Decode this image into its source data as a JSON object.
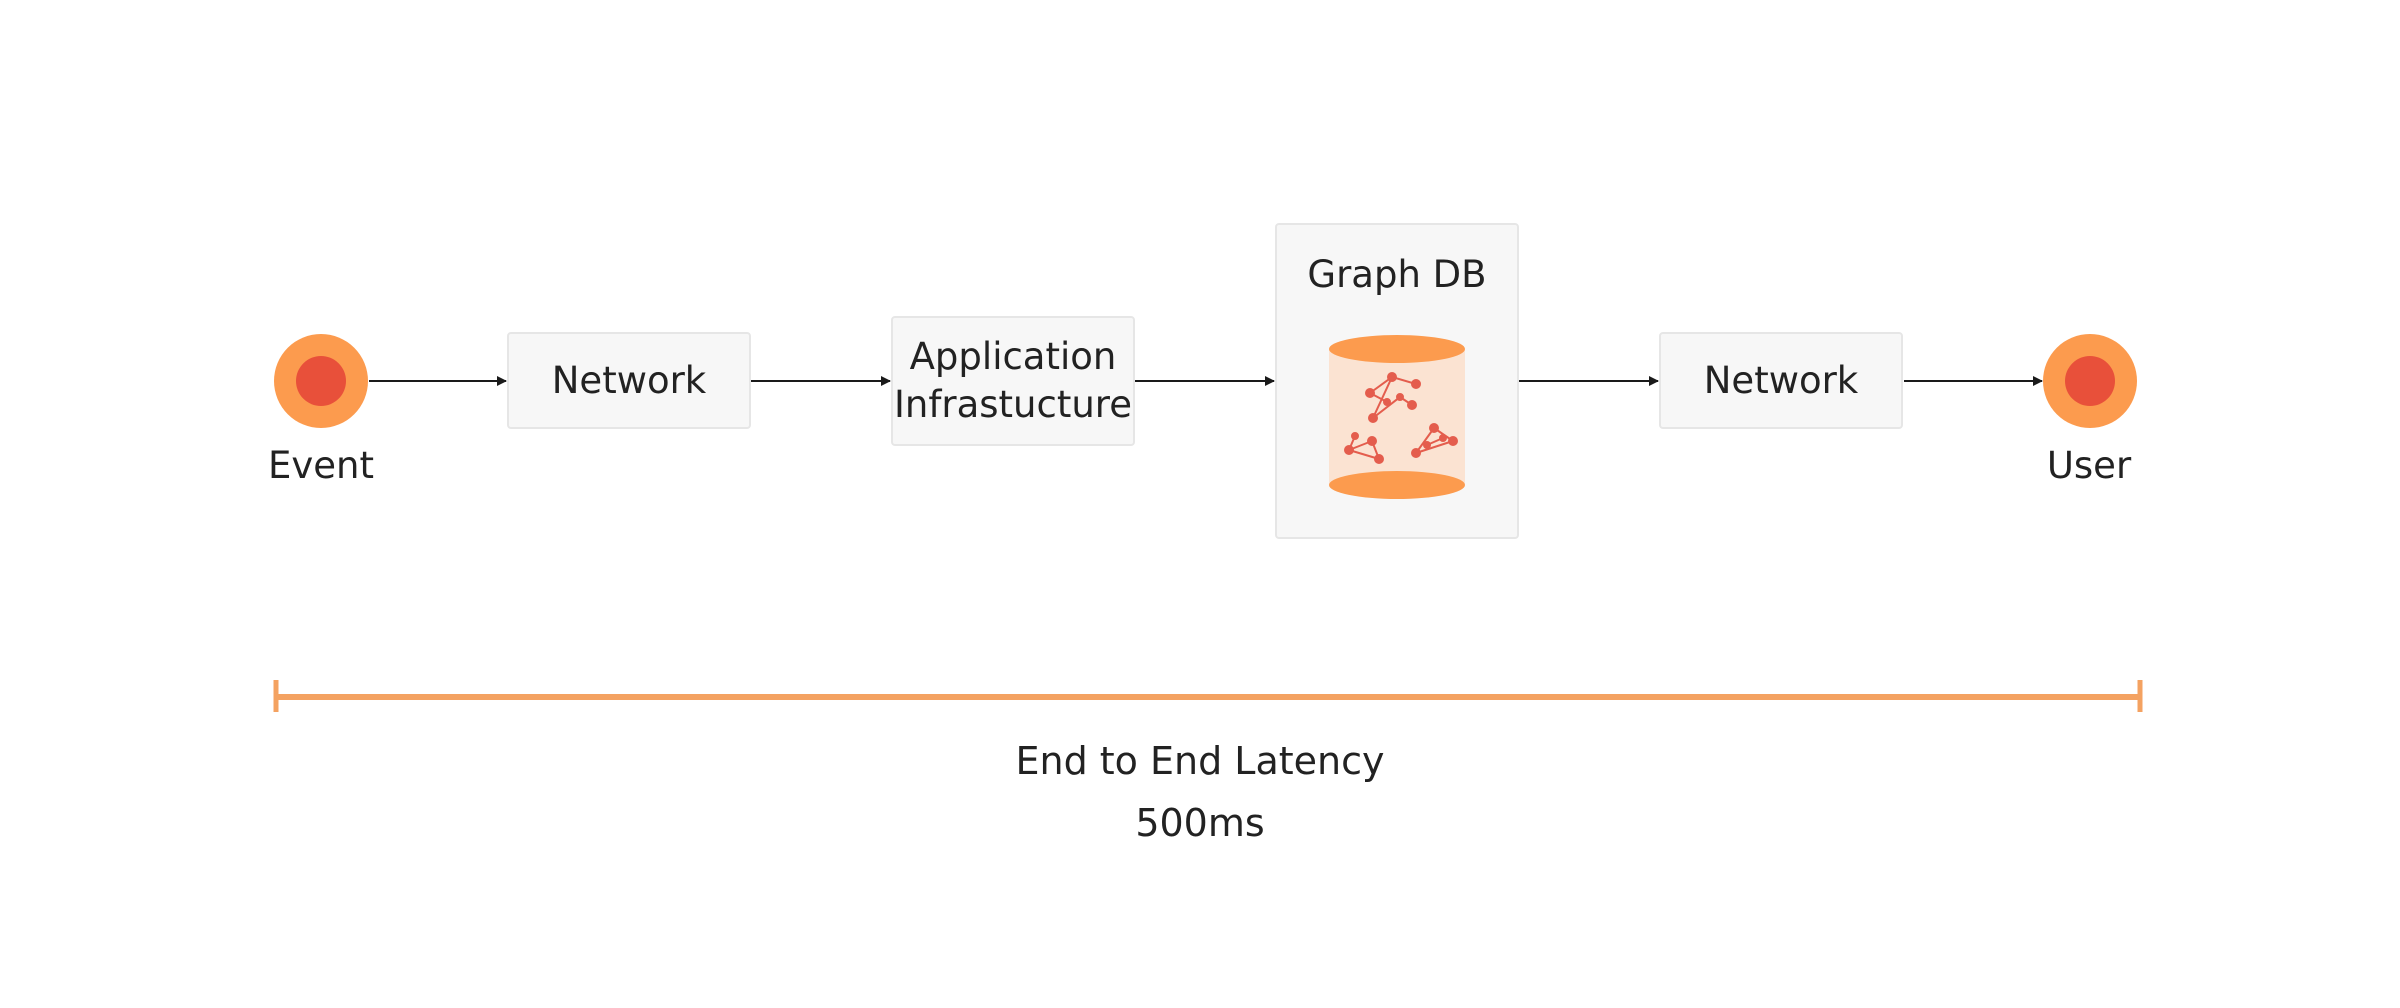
{
  "colors": {
    "orange": "#fc9b4e",
    "red": "#e8503a",
    "box_bg": "#f7f7f7",
    "box_border": "#e6e6e6",
    "arrow": "#1a1a1a",
    "db_body": "#fbe3d2",
    "graph_lines": "#e45d4d"
  },
  "nodes": {
    "start": {
      "label": "Event"
    },
    "end": {
      "label": "User"
    }
  },
  "boxes": {
    "network_1": {
      "label": "Network"
    },
    "app_infra": {
      "line1": "Application",
      "line2": "Infrastucture"
    },
    "graph_db": {
      "label": "Graph DB",
      "icon": "database-cylinder-icon"
    },
    "network_2": {
      "label": "Network"
    }
  },
  "latency": {
    "title": "End to End Latency",
    "value": "500ms"
  }
}
